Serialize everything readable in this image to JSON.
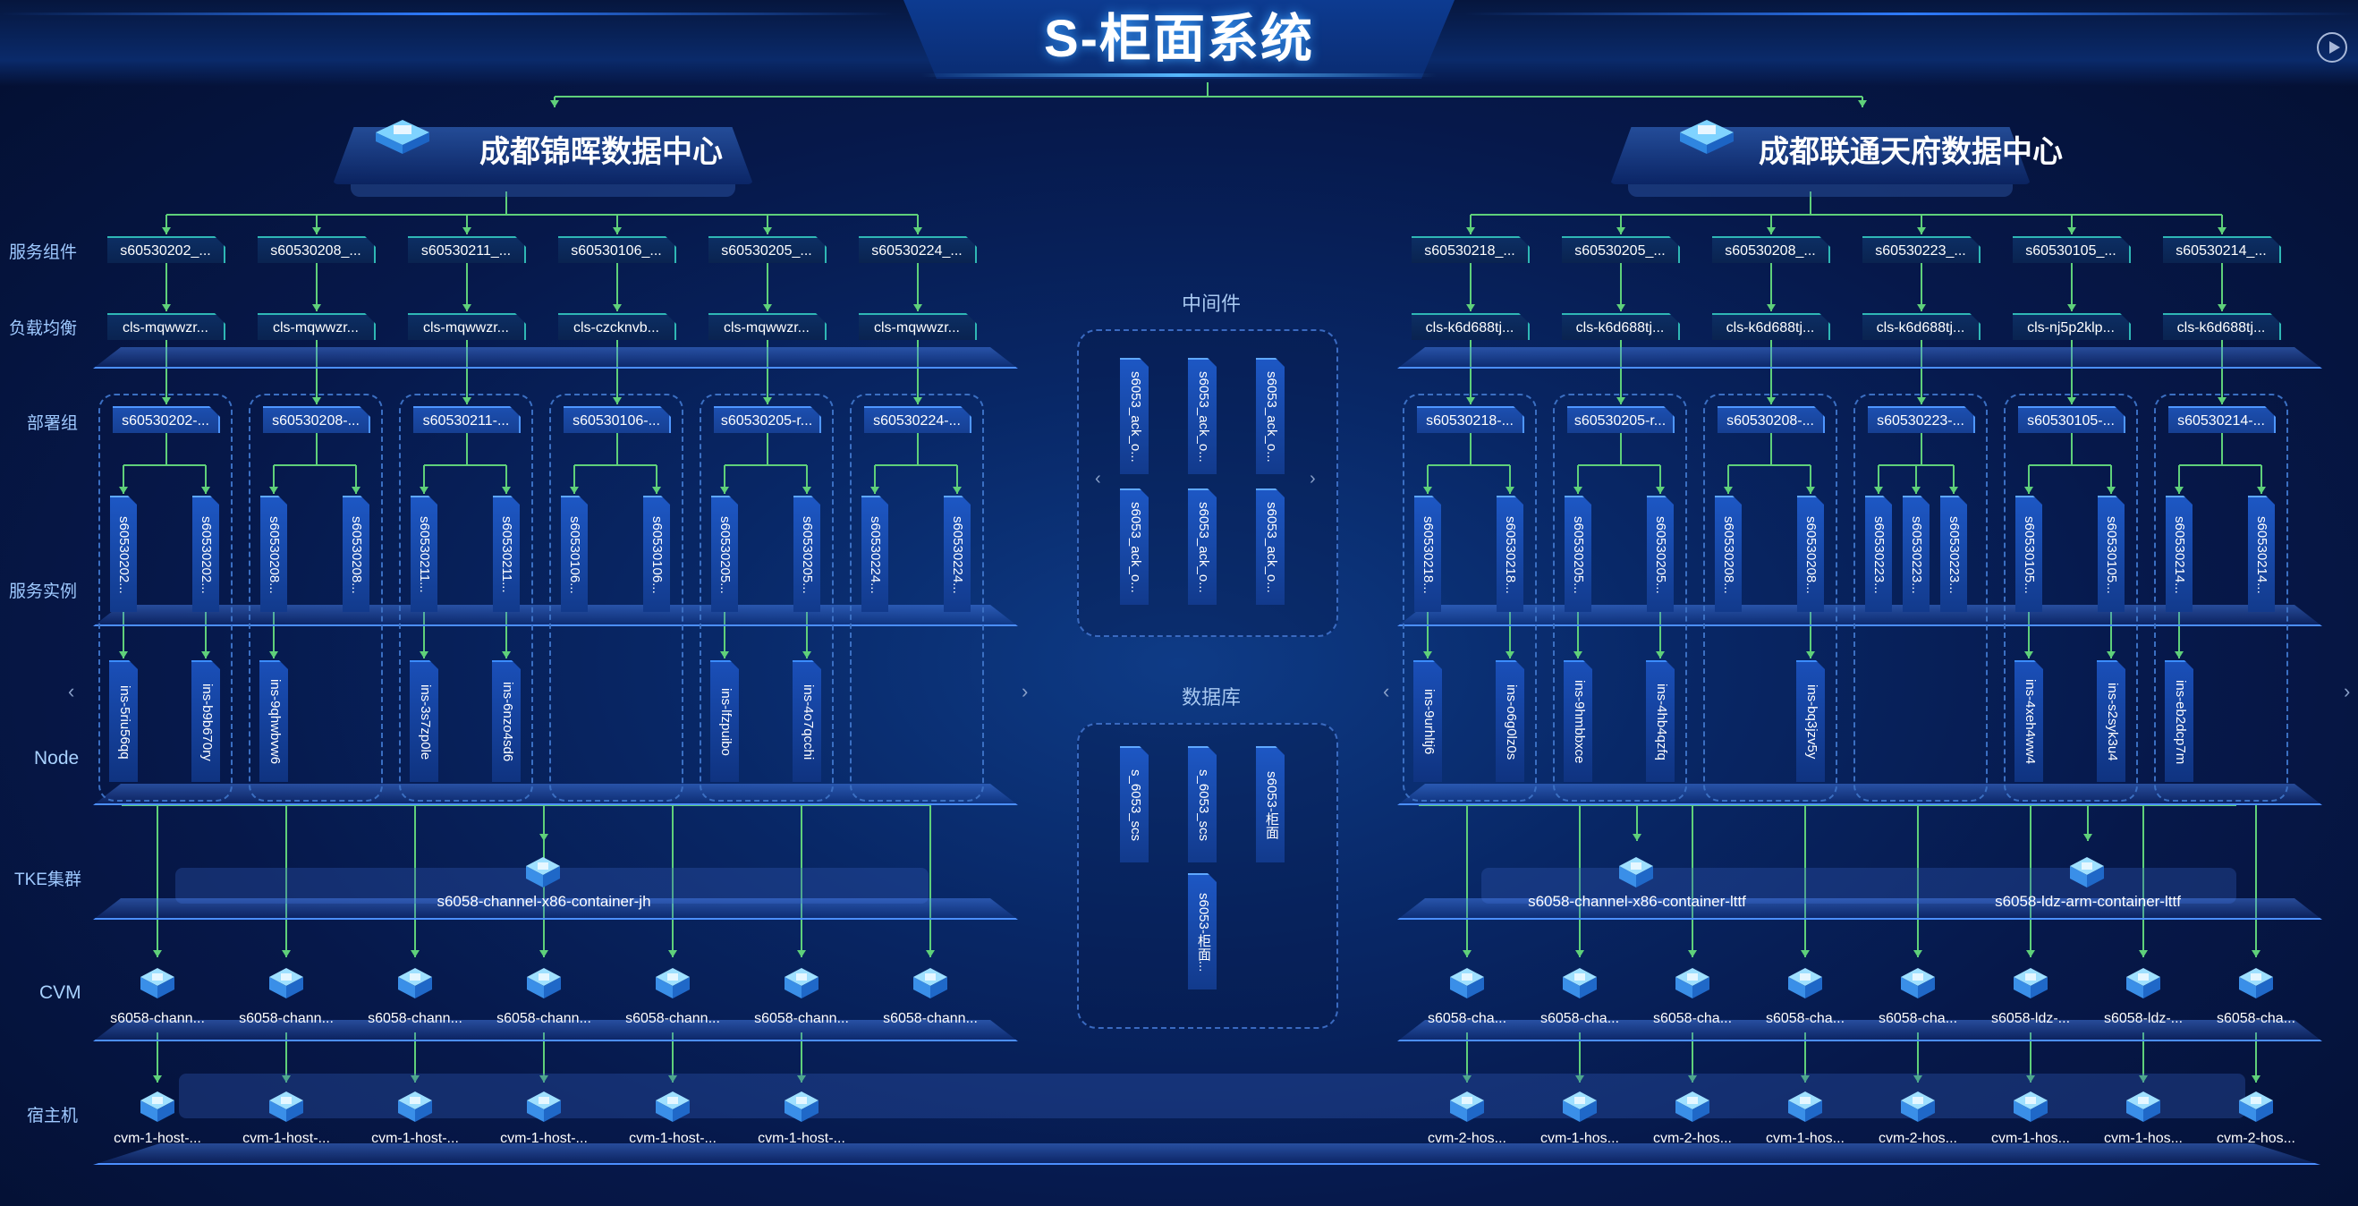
{
  "header": {
    "title": "S-柜面系统"
  },
  "row_labels": {
    "service_component": "服务组件",
    "load_balancer": "负载均衡",
    "deploy_group": "部署组",
    "service_instance": "服务实例",
    "node": "Node",
    "tke_cluster": "TKE集群",
    "cvm": "CVM",
    "host": "宿主机"
  },
  "left": {
    "title": "成都锦晖数据中心",
    "services": [
      "s60530202_...",
      "s60530208_...",
      "s60530211_...",
      "s60530106_...",
      "s60530205_...",
      "s60530224_..."
    ],
    "lbs": [
      "cls-mqwwzr...",
      "cls-mqwwzr...",
      "cls-mqwwzr...",
      "cls-czcknvb...",
      "cls-mqwwzr...",
      "cls-mqwwzr..."
    ],
    "groups": [
      "s60530202-...",
      "s60530208-...",
      "s60530211-...",
      "s60530106-...",
      "s60530205-r...",
      "s60530224-..."
    ],
    "instances": [
      [
        "s60530202...",
        "s60530202..."
      ],
      [
        "s60530208...",
        "s60530208..."
      ],
      [
        "s60530211...",
        "s60530211..."
      ],
      [
        "s60530106...",
        "s60530106..."
      ],
      [
        "s60530205...",
        "s60530205..."
      ],
      [
        "s60530224...",
        "s60530224..."
      ]
    ],
    "nodes": [
      [
        "ins-5riu56qq",
        "ins-b9b670ry"
      ],
      [
        "ins-9qhwbvw6",
        ""
      ],
      [
        "ins-3s7zp0le",
        "ins-6nzo4sd6"
      ],
      [
        "",
        ""
      ],
      [
        "ins-lfzpuibo",
        "ins-4o7qcchi"
      ],
      [
        "",
        ""
      ]
    ],
    "cluster": "s6058-channel-x86-container-jh",
    "cvms": [
      "s6058-chann...",
      "s6058-chann...",
      "s6058-chann...",
      "s6058-chann...",
      "s6058-chann...",
      "s6058-chann...",
      "s6058-chann..."
    ],
    "hosts": [
      "cvm-1-host-...",
      "cvm-1-host-...",
      "cvm-1-host-...",
      "cvm-1-host-...",
      "cvm-1-host-...",
      "cvm-1-host-..."
    ],
    "prev": "‹",
    "next": "›"
  },
  "right": {
    "title": "成都联通天府数据中心",
    "services": [
      "s60530218_...",
      "s60530205_...",
      "s60530208_...",
      "s60530223_...",
      "s60530105_...",
      "s60530214_..."
    ],
    "lbs": [
      "cls-k6d688tj...",
      "cls-k6d688tj...",
      "cls-k6d688tj...",
      "cls-k6d688tj...",
      "cls-nj5p2klp...",
      "cls-k6d688tj..."
    ],
    "groups": [
      "s60530218-...",
      "s60530205-r...",
      "s60530208-...",
      "s60530223-...",
      "s60530105-...",
      "s60530214-..."
    ],
    "instances": [
      [
        "s60530218...",
        "s60530218..."
      ],
      [
        "s60530205...",
        "s60530205..."
      ],
      [
        "s60530208...",
        "s60530208..."
      ],
      [
        "s60530223...",
        "s60530223...",
        "s60530223..."
      ],
      [
        "s60530105...",
        "s60530105..."
      ],
      [
        "s60530214...",
        "s60530214..."
      ]
    ],
    "nodes": [
      [
        "ins-9urhltj6",
        "ins-o6g0lz0s"
      ],
      [
        "ins-9hmbbxce",
        "ins-4hb4qzfq"
      ],
      [
        "",
        "ins-bq3jzv5y"
      ],
      [
        "",
        ""
      ],
      [
        "ins-4xeh4ww4",
        "ins-s2syk3u4"
      ],
      [
        "ins-eb2dcp7m",
        ""
      ]
    ],
    "clusters": [
      "s6058-channel-x86-container-lttf",
      "s6058-ldz-arm-container-lttf"
    ],
    "cvms": [
      "s6058-cha...",
      "s6058-cha...",
      "s6058-cha...",
      "s6058-cha...",
      "s6058-cha...",
      "s6058-ldz-...",
      "s6058-ldz-...",
      "s6058-cha..."
    ],
    "hosts": [
      "cvm-2-hos...",
      "cvm-1-hos...",
      "cvm-2-hos...",
      "cvm-1-hos...",
      "cvm-2-hos...",
      "cvm-1-hos...",
      "cvm-1-hos...",
      "cvm-2-hos..."
    ],
    "prev": "‹",
    "next": "›"
  },
  "middleware": {
    "title": "中间件",
    "items": [
      "s6053_ack_o...",
      "s6053_ack_o...",
      "s6053_ack_o...",
      "s6053_ack_o...",
      "s6053_ack_o...",
      "s6053_ack_o..."
    ],
    "prev": "‹",
    "next": "›"
  },
  "database": {
    "title": "数据库",
    "items": [
      "s_6053_scs",
      "s_6053_scs",
      "s6053-柜面",
      "s6053-柜面..."
    ]
  }
}
